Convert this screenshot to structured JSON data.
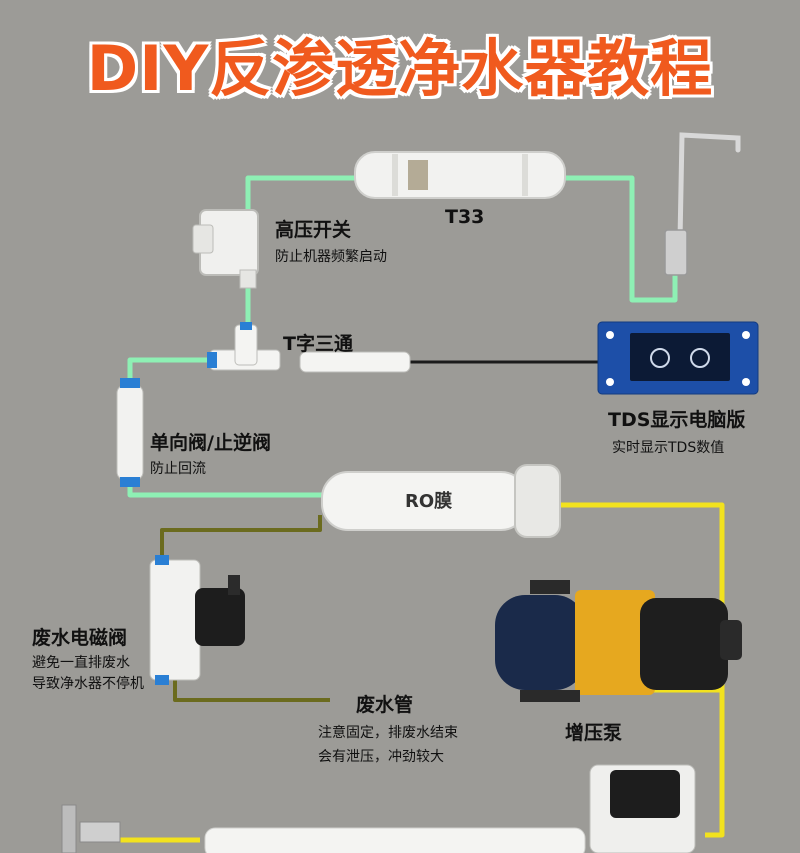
{
  "title": "DIY反渗透净水器教程",
  "components": {
    "t33": {
      "label": "T33",
      "body_text": ""
    },
    "high_pressure_switch": {
      "label": "高压开关",
      "desc": "防止机器频繁启动"
    },
    "tee": {
      "label": "T字三通"
    },
    "tds_display": {
      "label": "TDS显示电脑版",
      "desc": "实时显示TDS数值"
    },
    "check_valve": {
      "label": "单向阀/止逆阀",
      "desc": "防止回流"
    },
    "ro_membrane": {
      "label": "RO膜"
    },
    "waste_valve": {
      "label": "废水电磁阀",
      "desc_line1": "避免一直排废水",
      "desc_line2": "导致净水器不停机"
    },
    "waste_pipe": {
      "label": "废水管",
      "desc_line1": "注意固定，排废水结束",
      "desc_line2": "会有泄压，冲劲较大"
    },
    "booster_pump": {
      "label": "增压泵"
    }
  },
  "colors": {
    "title": "#f05a1e",
    "background": "#9c9b97",
    "pure_water_pipe": "#8ef0b4",
    "raw_water_pipe": "#f2e21e",
    "waste_pipe": "#6b6b1e",
    "tds_board": "#1d4fa8"
  }
}
